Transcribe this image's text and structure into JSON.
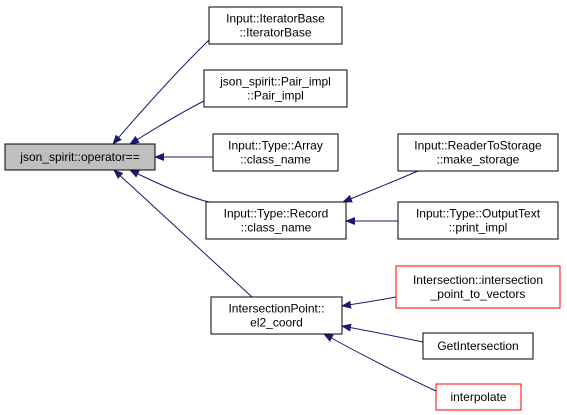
{
  "nodes": {
    "root": {
      "lines": [
        "json_spirit::operator=="
      ],
      "fill": "#bfbfbf",
      "stroke": "#000000"
    },
    "iterator_base": {
      "lines": [
        "Input::IteratorBase",
        "::IteratorBase"
      ],
      "fill": "#ffffff",
      "stroke": "#000000"
    },
    "pair_impl": {
      "lines": [
        "json_spirit::Pair_impl",
        "::Pair_impl"
      ],
      "fill": "#ffffff",
      "stroke": "#000000"
    },
    "type_array": {
      "lines": [
        "Input::Type::Array",
        "::class_name"
      ],
      "fill": "#ffffff",
      "stroke": "#000000"
    },
    "type_record": {
      "lines": [
        "Input::Type::Record",
        "::class_name"
      ],
      "fill": "#ffffff",
      "stroke": "#000000"
    },
    "intersection_point": {
      "lines": [
        "IntersectionPoint::",
        "el2_coord"
      ],
      "fill": "#ffffff",
      "stroke": "#000000"
    },
    "reader_to_storage": {
      "lines": [
        "Input::ReaderToStorage",
        "::make_storage"
      ],
      "fill": "#ffffff",
      "stroke": "#000000"
    },
    "output_text": {
      "lines": [
        "Input::Type::OutputText",
        "::print_impl"
      ],
      "fill": "#ffffff",
      "stroke": "#000000"
    },
    "intersection_vectors": {
      "lines": [
        "Intersection::intersection",
        "_point_to_vectors"
      ],
      "fill": "#ffffff",
      "stroke": "#ff0000"
    },
    "get_intersection": {
      "lines": [
        "GetIntersection"
      ],
      "fill": "#ffffff",
      "stroke": "#000000"
    },
    "interpolate": {
      "lines": [
        "interpolate"
      ],
      "fill": "#ffffff",
      "stroke": "#ff0000"
    }
  },
  "edges": [
    {
      "from": "iterator_base",
      "to": "root"
    },
    {
      "from": "pair_impl",
      "to": "root"
    },
    {
      "from": "type_array",
      "to": "root"
    },
    {
      "from": "type_record",
      "to": "root"
    },
    {
      "from": "intersection_point",
      "to": "root"
    },
    {
      "from": "reader_to_storage",
      "to": "type_record"
    },
    {
      "from": "output_text",
      "to": "type_record"
    },
    {
      "from": "intersection_vectors",
      "to": "intersection_point"
    },
    {
      "from": "get_intersection",
      "to": "intersection_point"
    },
    {
      "from": "interpolate",
      "to": "intersection_point"
    }
  ],
  "edge_color": "#191970"
}
